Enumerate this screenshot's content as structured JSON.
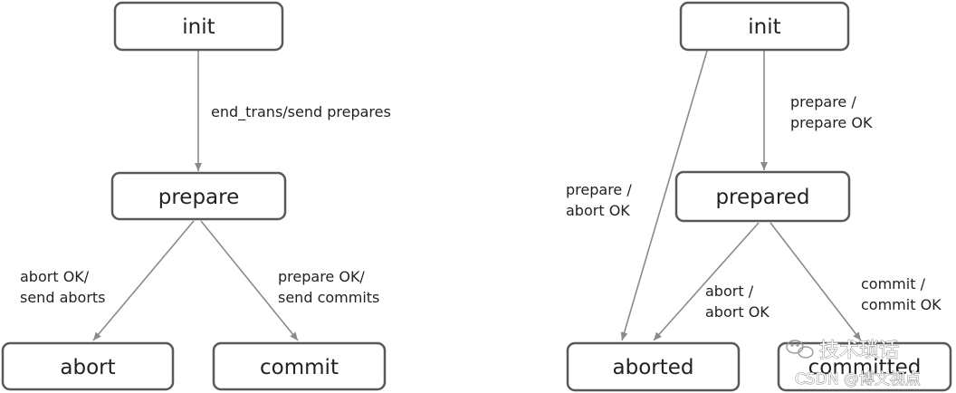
{
  "left": {
    "nodes": {
      "init": "init",
      "prepare": "prepare",
      "abort": "abort",
      "commit": "commit"
    },
    "edges": {
      "init_to_prepare": "end_trans/send prepares",
      "prepare_to_abort": [
        "abort OK/",
        "send aborts"
      ],
      "prepare_to_commit": [
        "prepare OK/",
        "send commits"
      ]
    }
  },
  "right": {
    "nodes": {
      "init": "init",
      "prepared": "prepared",
      "aborted": "aborted",
      "committed": "committed"
    },
    "edges": {
      "init_to_prepared": [
        "prepare /",
        "prepare OK"
      ],
      "init_to_aborted": [
        "prepare /",
        "abort OK"
      ],
      "prepared_to_aborted": [
        "abort /",
        "abort OK"
      ],
      "prepared_to_committed": [
        "commit /",
        "commit OK"
      ]
    }
  },
  "watermark": {
    "account": "技术琐话",
    "source": "CSDN @博文视点",
    "icon": "wechat-icon"
  }
}
